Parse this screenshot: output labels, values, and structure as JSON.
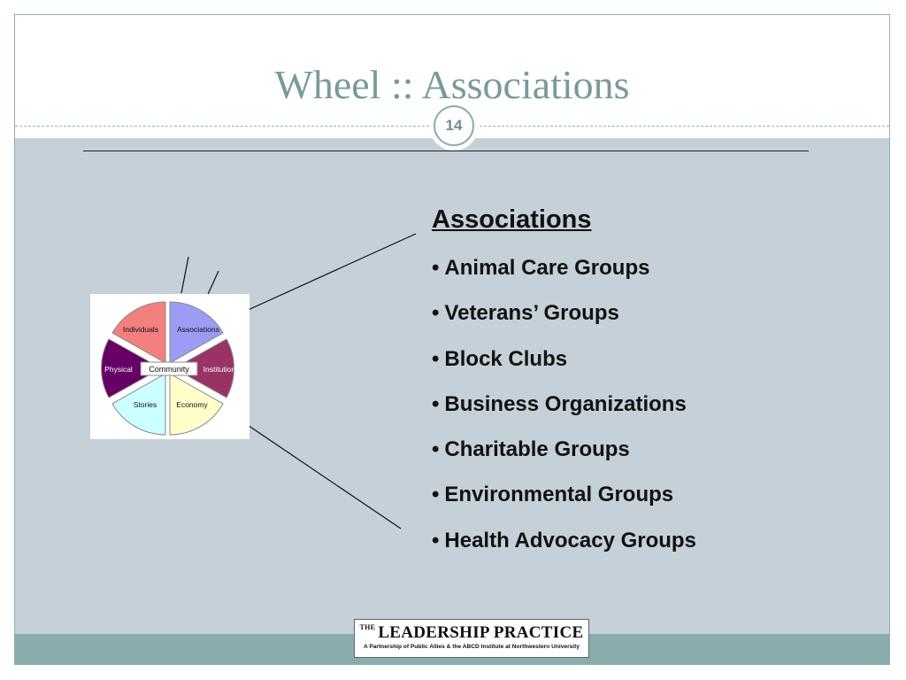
{
  "slide": {
    "title": "Wheel :: Associations",
    "page_number": "14"
  },
  "wheel": {
    "center_label": "Community",
    "segments": [
      {
        "label": "Individuals",
        "color": "#f47f7f"
      },
      {
        "label": "Associations",
        "color": "#9c9cf5"
      },
      {
        "label": "Institutions",
        "color": "#993366"
      },
      {
        "label": "Economy",
        "color": "#ffffcc"
      },
      {
        "label": "Stories",
        "color": "#ccffff"
      },
      {
        "label": "Physical",
        "color": "#660066"
      }
    ]
  },
  "content": {
    "heading": "Associations",
    "bullet_symbol": "•",
    "items": [
      "Animal Care Groups",
      "Veterans’ Groups",
      "Block Clubs",
      "Business Organizations",
      "Charitable Groups",
      "Environmental Groups",
      "Health Advocacy Groups"
    ]
  },
  "footer": {
    "logo_the": "THE",
    "logo_title": "LEADERSHIP PRACTICE",
    "logo_subtitle": "A Partnership of Public Allies & the ABCD Institute at Northwestern University"
  },
  "colors": {
    "title": "#7a9a9a",
    "content_background": "#c5d0d8",
    "footer_band": "#8aacac"
  }
}
